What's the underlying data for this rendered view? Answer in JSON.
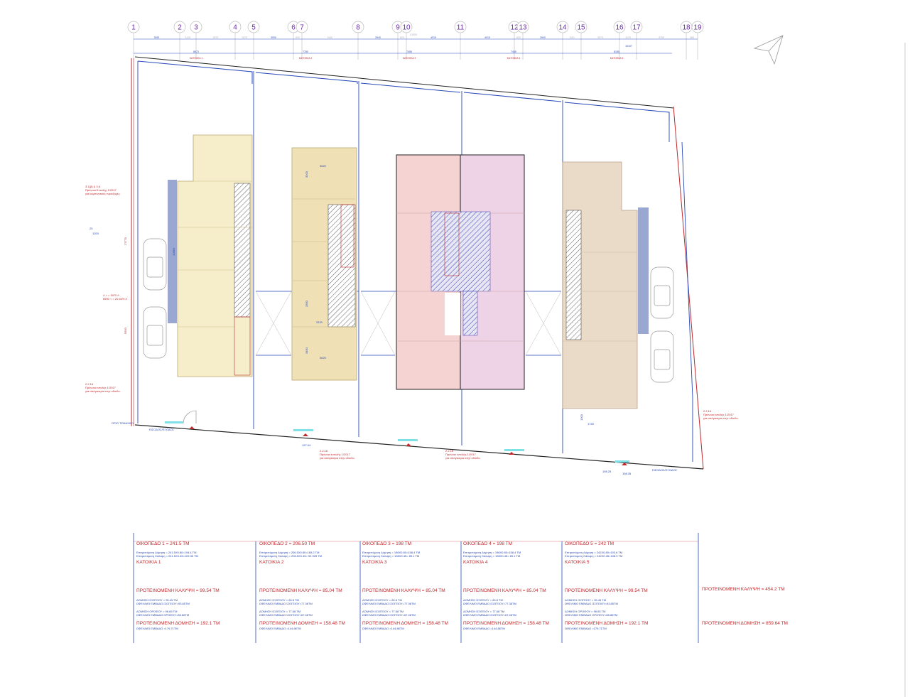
{
  "grid": {
    "axes": [
      "1",
      "2",
      "3",
      "4",
      "5",
      "6",
      "7",
      "8",
      "9",
      "10",
      "11",
      "12",
      "13",
      "14",
      "15",
      "16",
      "17",
      "18",
      "19"
    ],
    "dims_row1": [
      "3392",
      "1120",
      "2570",
      "1370",
      "3000",
      "620",
      "4140",
      "2940",
      "620",
      "4015",
      "4015",
      "620",
      "2940",
      "1110",
      "2570",
      "1120",
      "3750",
      "460"
    ],
    "dims_row2": [
      "8973",
      "7780",
      "7455",
      "7455",
      "8185"
    ],
    "dim_extra": "10107",
    "dim_small": "41500",
    "house_labels": [
      "ΚΑΤΟΙΚΙΑ 1",
      "ΚΑΤΟΙΚΙΑ 2",
      "ΚΑΤΟΙΚΙΑ 3",
      "ΚΑΤΟΙΚΙΑ 4",
      "ΚΑΤΟΙΚΙΑ 5"
    ]
  },
  "plan": {
    "notes_left": [
      {
        "code": "3.1(β) & 3.6",
        "line1": "Πρόνοια Εντολής 1/2017",
        "line2": "για καμπινοτικές προεξοχές"
      },
      {
        "code": "2.2.16",
        "line1": "Πρόνοια εντολής 1/2017",
        "line2": "για απόγκατρα στην οδοιδο."
      }
    ],
    "note_mid1": {
      "code": "2.2.16",
      "line1": "Πρόνοια εντολής 1/2017",
      "line2": "για απόγκατρα στην οδοιδο."
    },
    "note_mid2": {
      "code": "2.2.16",
      "line1": "Πρόνοια εντολής 1/2017",
      "line2": "για απόγκατρα στην οδοιδο."
    },
    "note_right": {
      "code": "2.2.16",
      "line1": "Πρόνοια εντολής 1/2017",
      "line2": "για απόγκατρα στην οδοιδο."
    },
    "slope": "1200",
    "slope_top": "25",
    "ratio1": "Λ < = 3970 Λ",
    "ratio2": "8590 < = 20.64% Λ",
    "total_length": "27770",
    "length_lower": "5950",
    "length_blue": "10850",
    "boundary_label": "ΟΡΙΟ ΤΕΜΑΧΙΟΥ",
    "road_label_left": "ΕΙΣΟΔΟΣ/ΕΞΟΔΟΣ",
    "road_label_right": "ΕΙΣΟΔΟΣ/ΕΞΟΔΟΣ",
    "level_1": "197.04",
    "level_2": "198.25",
    "level_3": "198.35",
    "h2_dims": [
      "3620",
      "3200",
      "3300",
      "3120",
      "3450",
      "3620"
    ],
    "h5_dims": [
      "1740",
      "1000"
    ],
    "colors": {
      "house1": "#f6eecb",
      "house2": "#efe0b5",
      "house3": "#f5d3d3",
      "house4": "#eed3e7",
      "house5": "#eadbc8",
      "line": "#2748b8",
      "red": "#c0282c"
    }
  },
  "table": {
    "plots": [
      {
        "title": "ΟΙΚΟΠΕΔΟ 1 = 241.5 ΤΜ",
        "allow1": "Επιτρεπόμενη Δόμηση = 241.5Χ0.80=194.4 ΤΜ",
        "allow2": "Επιτρεπόμενη Κάλυψη = 241.5Χ0.45=109.35 ΤΜ",
        "house": "ΚΑΤΟΙΚΙΑ 1",
        "coverage": "ΠΡΟΤΕΙΝΟΜΕΝΗ ΚΑΛΥΨΗ = 99.54 ΤΜ",
        "g1": "ΔΟΜΗΣΗ ΙΣΟΓΕΙΟΥ = 95.45 ΤΜ",
        "g2": "ΩΦΕΛΙΜΟ ΕΜΒΑΔΟ ΙΣΟΓΕΙΟΥ=93.85ΤΜ",
        "f1": "ΔΟΜΗΣΗ ΟΡΟΦΟΥ = 96.65 ΤΜ",
        "f2": "ΩΦΕΛΙΜΟ ΕΜΒΑΔΟ ΟΡΟΦΟΥ=85.86ΤΜ",
        "build": "ΠΡΟΤΕΙΝΟΜΕΝΗ ΔΟΜΗΣΗ = 192.1 ΤΜ",
        "net": "ΩΦΕΛΙΜΟ ΕΜΒΑΔΟ =179.71ΤΜ"
      },
      {
        "title": "ΟΙΚΟΠΕΔΟ 2 = 206.50 ΤΜ",
        "allow1": "Επιτρεπόμενη Δόμηση = 206.5Χ0.80=165.2 ΤΜ",
        "allow2": "Επιτρεπόμενη Κάλυψη = 206.5Χ0.45= 92.925 ΤΜ",
        "house": "ΚΑΤΟΙΚΙΑ 2",
        "coverage": "ΠΡΟΤΕΙΝΟΜΕΝΗ ΚΑΛΥΨΗ = 85.04 ΤΜ",
        "g1": "ΔΟΜΗΣΗ ΙΣΟΓΕΙΟΥ = 80.8 ΤΜ",
        "g2": "ΩΦΕΛΙΜΟ ΕΜΒΑΔΟ ΙΣΟΓΕΙΟΥ=77.38ΤΜ",
        "f1": "ΔΟΜΗΣΗ ΙΣΟΓΕΙΟΥ = 77.68 ΤΜ",
        "f2": "ΩΦΕΛΙΜΟ ΕΜΒΑΔΟ ΙΣΟΓΕΙΟΥ=67.48ΤΜ",
        "build": "ΠΡΟΤΕΙΝΟΜΕΝΗ ΔΟΜΗΣΗ = 158.48 ΤΜ",
        "net": "ΩΦΕΛΙΜΟ ΕΜΒΑΔΟ =144.86ΤΜ"
      },
      {
        "title": "ΟΙΚΟΠΕΔΟ 3 = 198 ΤΜ",
        "allow1": "Επιτρεπόμενη Δόμηση = 198Χ0.80=158.4 ΤΜ",
        "allow2": "Επιτρεπόμενη Κάλυψη = 198Χ0.45= 89.1 ΤΜ",
        "house": "ΚΑΤΟΙΚΙΑ 3",
        "coverage": "ΠΡΟΤΕΙΝΟΜΕΝΗ ΚΑΛΥΨΗ = 85.04 ΤΜ",
        "g1": "ΔΟΜΗΣΗ ΙΣΟΓΕΙΟΥ = 80.8 ΤΜ",
        "g2": "ΩΦΕΛΙΜΟ ΕΜΒΑΔΟ ΙΣΟΓΕΙΟΥ=77.38ΤΜ",
        "f1": "ΔΟΜΗΣΗ ΙΣΟΓΕΙΟΥ = 77.68 ΤΜ",
        "f2": "ΩΦΕΛΙΜΟ ΕΜΒΑΔΟ ΙΣΟΓΕΙΟΥ=67.48ΤΜ",
        "build": "ΠΡΟΤΕΙΝΟΜΕΝΗ ΔΟΜΗΣΗ = 158.48 ΤΜ",
        "net": "ΩΦΕΛΙΜΟ ΕΜΒΑΔΟ =144.86ΤΜ"
      },
      {
        "title": "ΟΙΚΟΠΕΔΟ 4 = 198 ΤΜ",
        "allow1": "Επιτρεπόμενη Δόμηση = 198Χ0.80=158.4 ΤΜ",
        "allow2": "Επιτρεπόμενη Κάλυψη = 198Χ0.45= 89.1 ΤΜ",
        "house": "ΚΑΤΟΙΚΙΑ 4",
        "coverage": "ΠΡΟΤΕΙΝΟΜΕΝΗ ΚΑΛΥΨΗ = 85.04 ΤΜ",
        "g1": "ΔΟΜΗΣΗ ΙΣΟΓΕΙΟΥ = 80.8 ΤΜ",
        "g2": "ΩΦΕΛΙΜΟ ΕΜΒΑΔΟ ΙΣΟΓΕΙΟΥ=77.38ΤΜ",
        "f1": "ΔΟΜΗΣΗ ΙΣΟΓΕΙΟΥ = 77.68 ΤΜ",
        "f2": "ΩΦΕΛΙΜΟ ΕΜΒΑΔΟ ΙΣΟΓΕΙΟΥ=67.48ΤΜ",
        "build": "ΠΡΟΤΕΙΝΟΜΕΝΗ ΔΟΜΗΣΗ = 158.48 ΤΜ",
        "net": "ΩΦΕΛΙΜΟ ΕΜΒΑΔΟ =144.86ΤΜ"
      },
      {
        "title": "ΟΙΚΟΠΕΔΟ 5 = 242 ΤΜ",
        "allow1": "Επιτρεπόμενη Δόμηση = 242Χ0.80=193.6 ΤΜ",
        "allow2": "Επιτρεπόμενη Κάλυψη = 242Χ0.45=108.9 ΤΜ",
        "house": "ΚΑΤΟΙΚΙΑ 5",
        "coverage": "ΠΡΟΤΕΙΝΟΜΕΝΗ ΚΑΛΥΨΗ = 99.54 ΤΜ",
        "g1": "ΔΟΜΗΣΗ ΙΣΟΓΕΙΟΥ = 95.45 ΤΜ",
        "g2": "ΩΦΕΛΙΜΟ ΕΜΒΑΔΟ ΙΣΟΓΕΙΟΥ=93.85ΤΜ",
        "f1": "ΔΟΜΗΣΗ ΟΡΟΦΟΥ = 96.65 ΤΜ",
        "f2": "ΩΦΕΛΙΜΟ ΕΜΒΑΔΟ ΟΡΟΦΟΥ=85.86ΤΜ",
        "build": "ΠΡΟΤΕΙΝΟΜΕΝΗ ΔΟΜΗΣΗ = 192.1 ΤΜ",
        "net": "ΩΦΕΛΙΜΟ ΕΜΒΑΔΟ =179.71ΤΜ"
      }
    ],
    "total_coverage": "ΠΡΟΤΕΙΝΟΜΕΝΗ ΚΑΛΥΨΗ = 454.2 ΤΜ",
    "total_build": "ΠΡΟΤΕΙΝΟΜΕΝΗ ΔΟΜΗΣΗ = 859.64 ΤΜ"
  }
}
